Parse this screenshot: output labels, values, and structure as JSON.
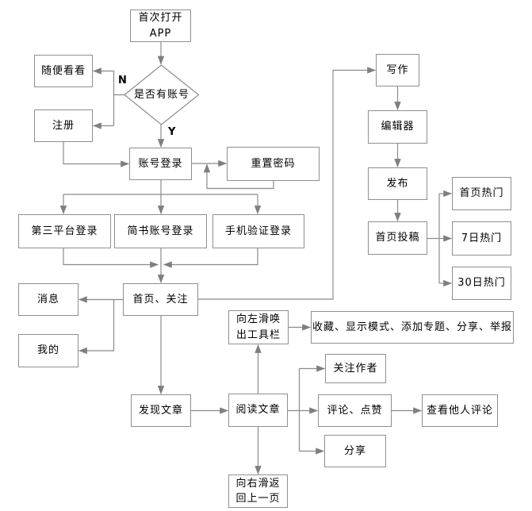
{
  "decision_labels": {
    "no": "N",
    "yes": "Y"
  },
  "nodes": {
    "open_app": {
      "label": "首次打开\nAPP"
    },
    "browse": {
      "label": "随便看看"
    },
    "register": {
      "label": "注册"
    },
    "has_account": {
      "label": "是否有账号"
    },
    "account_login": {
      "label": "账号登录"
    },
    "reset_password": {
      "label": "重置密码"
    },
    "third_party_login": {
      "label": "第三平台登录"
    },
    "jianshu_login": {
      "label": "简书账号登录"
    },
    "phone_login": {
      "label": "手机验证登录"
    },
    "home_follow": {
      "label": "首页、关注"
    },
    "messages": {
      "label": "消息"
    },
    "mine": {
      "label": "我的"
    },
    "writing": {
      "label": "写作"
    },
    "editor": {
      "label": "编辑器"
    },
    "publish": {
      "label": "发布"
    },
    "home_submit": {
      "label": "首页投稿"
    },
    "hot_home": {
      "label": "首页热门"
    },
    "hot_7d": {
      "label": "7日热门"
    },
    "hot_30d": {
      "label": "30日热门"
    },
    "swipe_left_toolbar": {
      "label": "向左滑唤\n出工具栏"
    },
    "toolbar_actions": {
      "label": "收藏、显示模式、添加专题、分享、举报"
    },
    "discover_articles": {
      "label": "发现文章"
    },
    "read_article": {
      "label": "阅读文章"
    },
    "follow_author": {
      "label": "关注作者"
    },
    "comment_like": {
      "label": "评论、点赞"
    },
    "view_comments": {
      "label": "查看他人评论"
    },
    "share": {
      "label": "分享"
    },
    "swipe_right_back": {
      "label": "向右滑返\n回上一页"
    }
  },
  "edges": [
    {
      "from": "open_app",
      "to": "has_account"
    },
    {
      "from": "has_account",
      "to": "browse",
      "label": "N"
    },
    {
      "from": "has_account",
      "to": "register",
      "label": "N"
    },
    {
      "from": "has_account",
      "to": "account_login",
      "label": "Y"
    },
    {
      "from": "register",
      "to": "account_login"
    },
    {
      "from": "account_login",
      "to": "reset_password"
    },
    {
      "from": "reset_password",
      "to": "account_login"
    },
    {
      "from": "account_login",
      "to": "third_party_login"
    },
    {
      "from": "account_login",
      "to": "jianshu_login"
    },
    {
      "from": "account_login",
      "to": "phone_login"
    },
    {
      "from": "third_party_login",
      "to": "home_follow"
    },
    {
      "from": "jianshu_login",
      "to": "home_follow"
    },
    {
      "from": "phone_login",
      "to": "home_follow"
    },
    {
      "from": "home_follow",
      "to": "messages"
    },
    {
      "from": "home_follow",
      "to": "mine"
    },
    {
      "from": "home_follow",
      "to": "writing"
    },
    {
      "from": "writing",
      "to": "editor"
    },
    {
      "from": "editor",
      "to": "publish"
    },
    {
      "from": "publish",
      "to": "home_submit"
    },
    {
      "from": "home_submit",
      "to": "hot_home"
    },
    {
      "from": "home_submit",
      "to": "hot_7d"
    },
    {
      "from": "home_submit",
      "to": "hot_30d"
    },
    {
      "from": "home_follow",
      "to": "discover_articles"
    },
    {
      "from": "discover_articles",
      "to": "read_article"
    },
    {
      "from": "read_article",
      "to": "swipe_left_toolbar"
    },
    {
      "from": "swipe_left_toolbar",
      "to": "toolbar_actions"
    },
    {
      "from": "read_article",
      "to": "follow_author"
    },
    {
      "from": "read_article",
      "to": "comment_like"
    },
    {
      "from": "read_article",
      "to": "share"
    },
    {
      "from": "comment_like",
      "to": "view_comments"
    },
    {
      "from": "read_article",
      "to": "swipe_right_back"
    }
  ],
  "colors": {
    "background": "#ffffff",
    "box_fill": "#ffffff",
    "box_border": "#8f8f8f",
    "connector": "#8b8b8b",
    "arrowhead": "#7f7f7f",
    "text": "#000000"
  }
}
